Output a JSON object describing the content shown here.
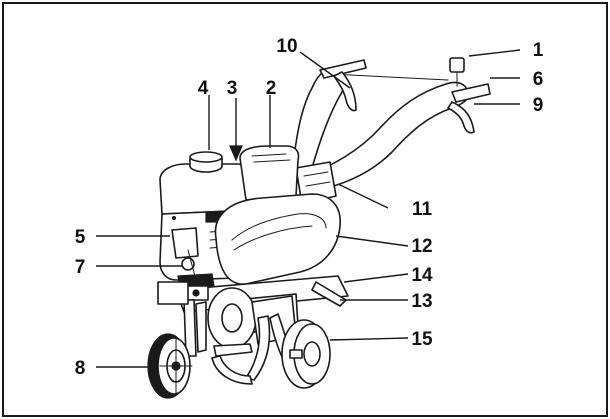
{
  "figure": {
    "border_color": "#1a1a1a",
    "callouts": [
      {
        "id": "c1",
        "label": "1"
      },
      {
        "id": "c2",
        "label": "2"
      },
      {
        "id": "c3",
        "label": "3"
      },
      {
        "id": "c4",
        "label": "4"
      },
      {
        "id": "c5",
        "label": "5"
      },
      {
        "id": "c6",
        "label": "6"
      },
      {
        "id": "c7",
        "label": "7"
      },
      {
        "id": "c8",
        "label": "8"
      },
      {
        "id": "c9",
        "label": "9"
      },
      {
        "id": "c10",
        "label": "10"
      },
      {
        "id": "c11",
        "label": "11"
      },
      {
        "id": "c12",
        "label": "12"
      },
      {
        "id": "c13",
        "label": "13"
      },
      {
        "id": "c14",
        "label": "14"
      },
      {
        "id": "c15",
        "label": "15"
      }
    ]
  }
}
